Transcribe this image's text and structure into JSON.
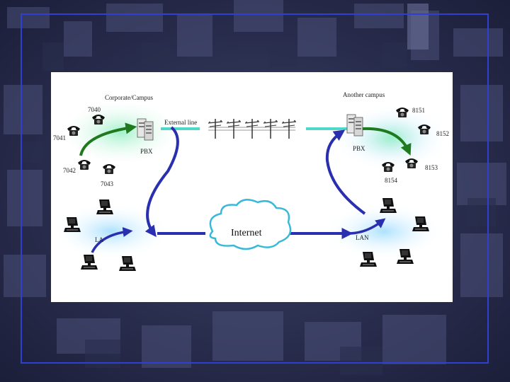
{
  "diagram": {
    "campus_left_title": "Corporate/Campus",
    "campus_right_title": "Another campus",
    "external_line": "External line",
    "pbx_left": "PBX",
    "pbx_right": "PBX",
    "internet": "Internet",
    "lan_left": "LA",
    "lan_right": "LAN",
    "ext_7040": "7040",
    "ext_7041": "7041",
    "ext_7042": "7042",
    "ext_7043": "7043",
    "ext_8151": "8151",
    "ext_8152": "8152",
    "ext_8153": "8153",
    "ext_8154": "8154"
  },
  "colors": {
    "frame": "#2f3fd0",
    "arrow_blue": "#2a2fb0",
    "arrow_green": "#1f7a1f",
    "glow_green": "#9df0c8",
    "glow_blue": "#a8e0ff",
    "external_line_cyan": "#4fd8c8"
  },
  "icons": [
    "phone-icon",
    "pbx-server-icon",
    "computer-icon",
    "cloud-icon",
    "telephone-pole-icon"
  ]
}
